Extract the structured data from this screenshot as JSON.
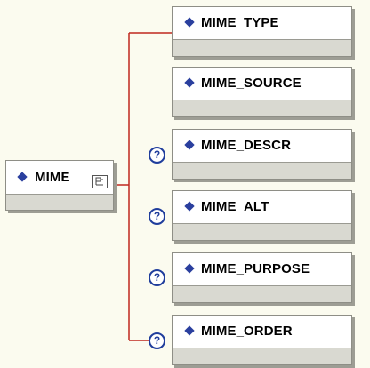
{
  "diagram": {
    "root": {
      "label": "MIME"
    },
    "optional_marker": "?",
    "children": [
      {
        "label": "MIME_TYPE",
        "optional": false
      },
      {
        "label": "MIME_SOURCE",
        "optional": false
      },
      {
        "label": "MIME_DESCR",
        "optional": true
      },
      {
        "label": "MIME_ALT",
        "optional": true
      },
      {
        "label": "MIME_PURPOSE",
        "optional": true
      },
      {
        "label": "MIME_ORDER",
        "optional": true
      }
    ]
  },
  "colors": {
    "background": "#fbfbef",
    "connector": "#c0281e",
    "diamond": "#2a3f9e",
    "box_body": "#d9d9d1"
  }
}
